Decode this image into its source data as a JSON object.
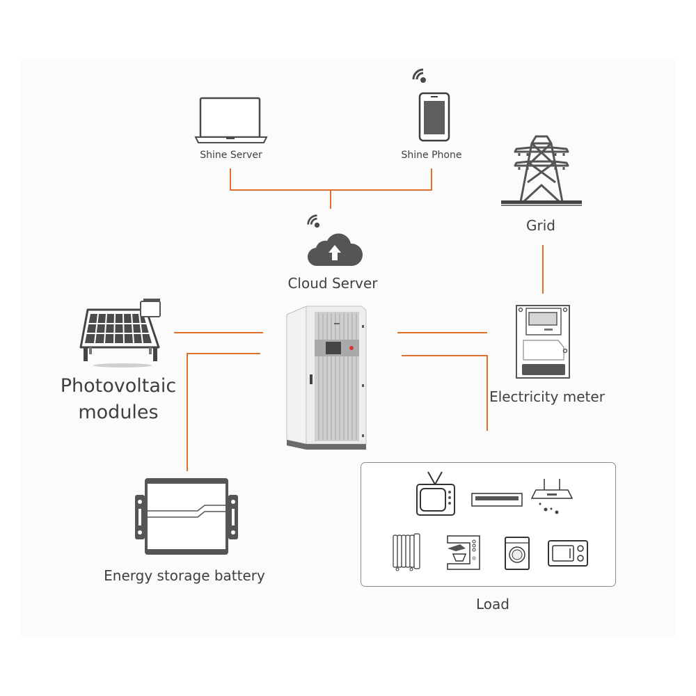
{
  "diagram": {
    "title": "",
    "connector_color": "#e0702a",
    "icon_color": "#5a5a5a",
    "nodes": {
      "shine_server": {
        "label": "Shine Server",
        "icon": "laptop-icon"
      },
      "shine_phone": {
        "label": "Shine Phone",
        "icon": "smartphone-icon",
        "badge_icon": "wifi-icon"
      },
      "cloud_server": {
        "label": "Cloud Server",
        "icon": "cloud-upload-icon",
        "badge_icon": "wifi-icon"
      },
      "grid": {
        "label": "Grid",
        "icon": "transmission-tower-icon"
      },
      "electricity_meter": {
        "label": "Electricity meter",
        "icon": "electricity-meter-icon"
      },
      "inverter_cabinet": {
        "label": "",
        "icon": "energy-storage-cabinet-icon"
      },
      "photovoltaic": {
        "label_line1": "Photovoltaic",
        "label_line2": "modules",
        "icon": "solar-panel-icon"
      },
      "battery": {
        "label": "Energy storage battery",
        "icon": "battery-pack-icon"
      },
      "load": {
        "label": "Load",
        "appliances": [
          "television",
          "air-conditioner",
          "range-hood",
          "oil-heater",
          "coffee-machine",
          "washing-machine",
          "microwave"
        ]
      }
    },
    "edges": [
      {
        "from": "shine_server",
        "to": "cloud_server"
      },
      {
        "from": "shine_phone",
        "to": "cloud_server"
      },
      {
        "from": "photovoltaic",
        "to": "inverter_cabinet"
      },
      {
        "from": "battery",
        "to": "inverter_cabinet"
      },
      {
        "from": "inverter_cabinet",
        "to": "electricity_meter"
      },
      {
        "from": "inverter_cabinet",
        "to": "load"
      },
      {
        "from": "grid",
        "to": "electricity_meter"
      }
    ]
  }
}
